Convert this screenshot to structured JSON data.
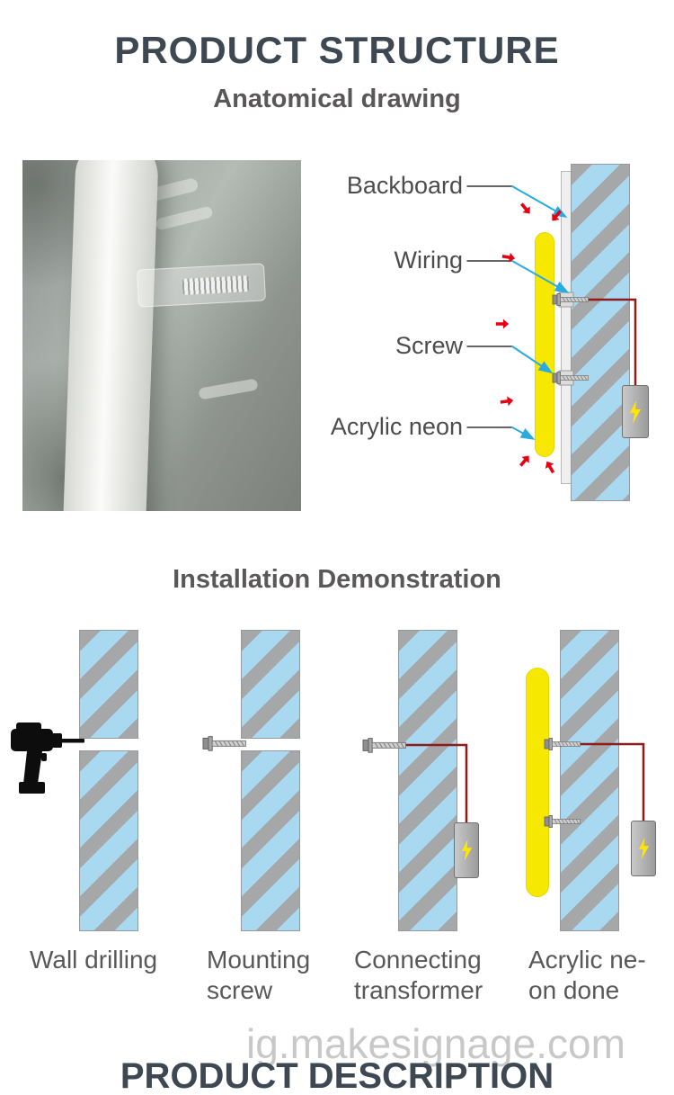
{
  "header": {
    "title": "PRODUCT STRUCTURE",
    "subtitle": "Anatomical drawing"
  },
  "anatomy": {
    "labels": [
      {
        "text": "Backboard"
      },
      {
        "text": "Wiring"
      },
      {
        "text": "Screw"
      },
      {
        "text": "Acrylic neon"
      }
    ]
  },
  "installation": {
    "title": "Installation Demonstration",
    "steps": [
      {
        "caption": "Wall drilling"
      },
      {
        "caption": "Mounting\nscrew"
      },
      {
        "caption": "Connecting\ntransformer"
      },
      {
        "caption": "Acrylic ne-\non done"
      }
    ]
  },
  "watermark": {
    "text": "ig.makesignage.com"
  },
  "footer": {
    "title": "PRODUCT DESCRIPTION"
  },
  "colors": {
    "wall_blue": "#a9d8f1",
    "stripe_gray": "#a5a7a9",
    "neon_yellow": "#f6e800",
    "label_arrow_cyan": "#29abe2",
    "highlight_red": "#e60012",
    "wire_maroon": "#8e1b1b",
    "heading_dark": "#3d4852",
    "text_gray": "#595757"
  }
}
